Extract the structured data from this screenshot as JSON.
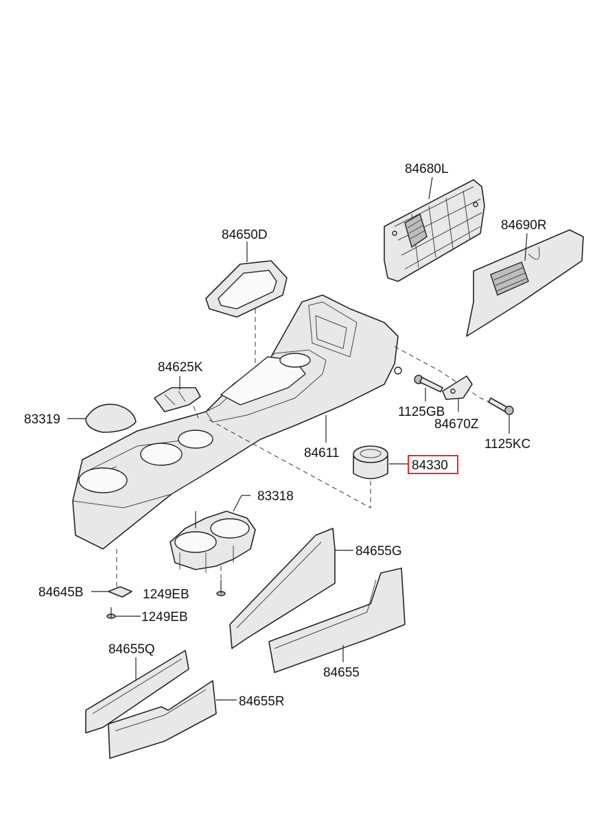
{
  "diagram": {
    "highlight_color": "#e8282d",
    "part_labels": {
      "p84680L": "84680L",
      "p84690R": "84690R",
      "p84650D": "84650D",
      "p84625K": "84625K",
      "p83319": "83319",
      "p1125GB": "1125GB",
      "p84670Z": "84670Z",
      "p1125KC": "1125KC",
      "p84611": "84611",
      "p84330": "84330",
      "p83318": "83318",
      "p84655G": "84655G",
      "p84645B": "84645B",
      "p1249EB_a": "1249EB",
      "p1249EB_b": "1249EB",
      "p84655Q": "84655Q",
      "p84655": "84655",
      "p84655R": "84655R"
    }
  }
}
